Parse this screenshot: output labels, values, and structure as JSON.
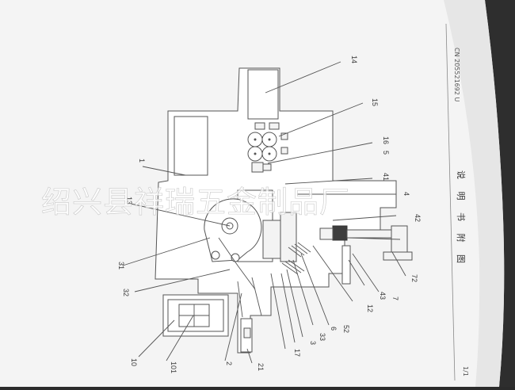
{
  "header": {
    "patent_number": "CN 205521692 U",
    "page_number": "1/1"
  },
  "figure_caption": "说 明 书 附 图",
  "watermark": "绍兴县祥瑞五金制品厂",
  "reference_labels": {
    "l1": "1",
    "l2": "2",
    "l3": "3",
    "l5": "5",
    "l6": "6",
    "l7": "7",
    "l10": "10",
    "l12": "12",
    "l13": "13",
    "l14": "14",
    "l15": "15",
    "l16": "16",
    "l17": "17",
    "l21": "21",
    "l31": "31",
    "l32": "32",
    "l33": "33",
    "l41": "41",
    "l42": "42",
    "l43": "43",
    "l52": "52",
    "l72": "72",
    "l101": "101"
  }
}
